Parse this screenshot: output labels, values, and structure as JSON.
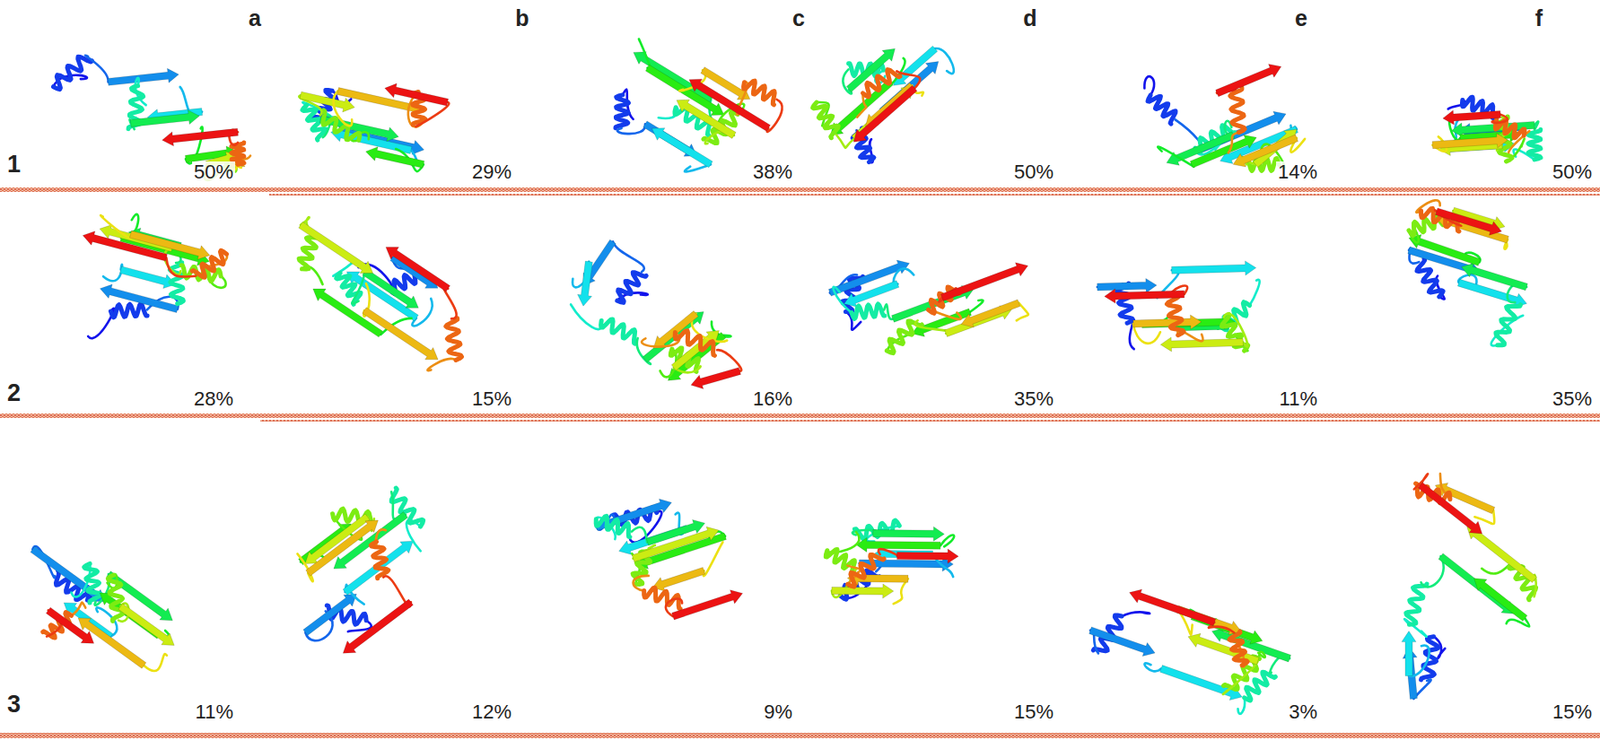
{
  "diagram": {
    "labels": [
      "a",
      "b",
      "c",
      "d",
      "e",
      "f",
      "1",
      "50%",
      "29%",
      "38%",
      "50%",
      "14%",
      "50%",
      "2",
      "28%",
      "15%",
      "16%",
      "35%",
      "11%",
      "35%",
      "3",
      "11%",
      "12%",
      "9%",
      "15%",
      "3%",
      "15%"
    ]
  }
}
